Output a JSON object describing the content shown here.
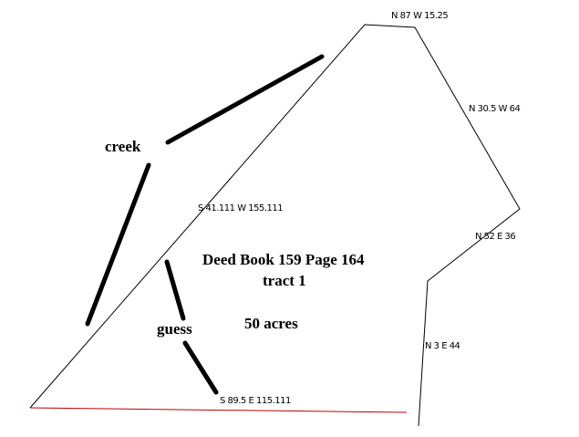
{
  "title": "Deed Book 159 Page 164",
  "subtitle": "tract 1",
  "area": "50 acres",
  "labels": {
    "creek": "creek",
    "guess": "guess"
  },
  "bearings": {
    "top": "N 87 W 15.25",
    "northeast": "N 30.5 W 64",
    "east": "N 52 E 36",
    "southeast": "N 3 E 44",
    "west": "S 41.111 W 155.111",
    "south": "S 89.5 E 115.111"
  },
  "colors": {
    "boundary": "#000000",
    "south_line": "#c00000"
  }
}
